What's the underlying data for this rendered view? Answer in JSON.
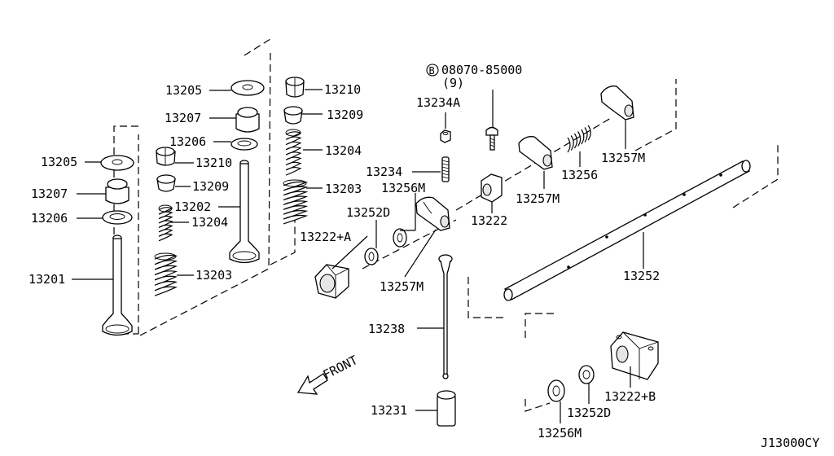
{
  "labels": {
    "l13205a": "13205",
    "l13207a": "13207",
    "l13206a": "13206",
    "l13201": "13201",
    "l13205b": "13205",
    "l13207b": "13207",
    "l13206b": "13206",
    "l13210a": "13210",
    "l13209a": "13209",
    "l13202": "13202",
    "l13204a": "13204",
    "l13203a": "13203",
    "l13210b": "13210",
    "l13209b": "13209",
    "l13204b": "13204",
    "l13203b": "13203",
    "bolt_code": "08070-85000",
    "bolt_symbol": "B",
    "bolt_qty": "(9)",
    "l13234A": "13234A",
    "l13234": "13234",
    "l13256M_a": "13256M",
    "l13252D_a": "13252D",
    "l13222A": "13222+A",
    "l13257M_a": "13257M",
    "l13222": "13222",
    "l13257M_b": "13257M",
    "l13256": "13256",
    "l13257M_c": "13257M",
    "l13252": "13252",
    "l13238": "13238",
    "l13231": "13231",
    "front": "FRONT",
    "l13252D_b": "13252D",
    "l13222B": "13222+B",
    "l13256M_b": "13256M",
    "figure_code": "J13000CY"
  }
}
